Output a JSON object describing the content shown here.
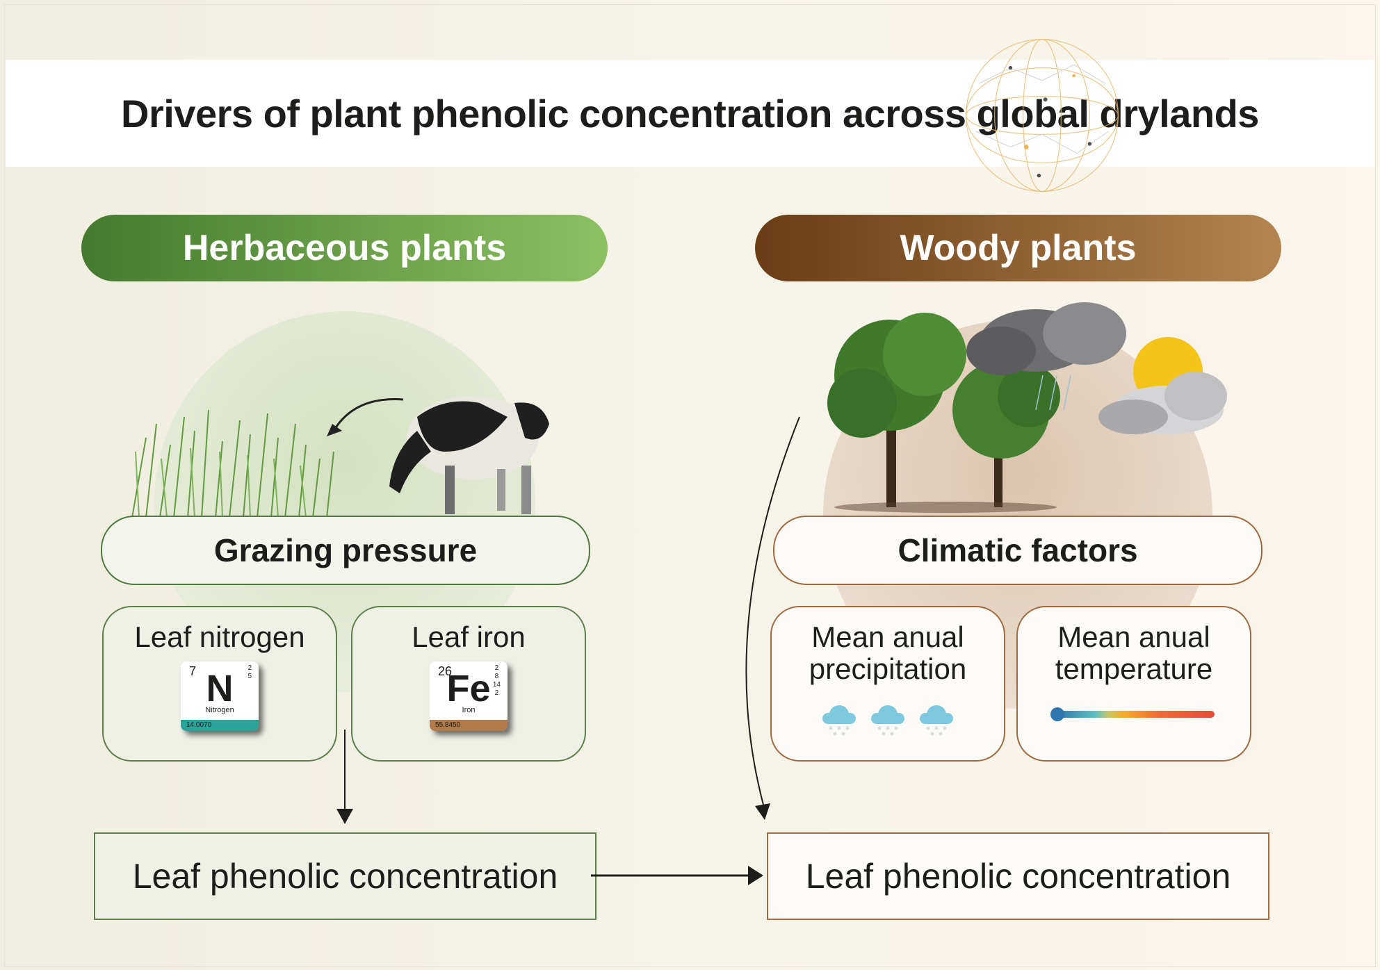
{
  "title": "Drivers of plant phenolic concentration across global drylands",
  "icons": {
    "globe": "globe-network-icon"
  },
  "herbaceous": {
    "header": "Herbaceous plants",
    "illustration": [
      "grass",
      "grazing-cow"
    ],
    "factor": "Grazing pressure",
    "cards": [
      {
        "label": "Leaf nitrogen",
        "element": {
          "number": "7",
          "shells": [
            "2",
            "5"
          ],
          "symbol": "N",
          "name": "Nitrogen",
          "mass": "14.0070",
          "color": "#2aa39a"
        }
      },
      {
        "label": "Leaf iron",
        "element": {
          "number": "26",
          "shells": [
            "2",
            "8",
            "14",
            "2"
          ],
          "symbol": "Fe",
          "name": "Iron",
          "mass": "55.8450",
          "color": "#b07a4a"
        }
      }
    ],
    "result": "Leaf phenolic concentration",
    "accent": "#457a2f"
  },
  "woody": {
    "header": "Woody plants",
    "illustration": [
      "trees",
      "rain-cloud",
      "sun-cloud"
    ],
    "factor": "Climatic factors",
    "cards": [
      {
        "label_line1": "Mean anual",
        "label_line2": "precipitation",
        "icon": "rain-cloud-icon"
      },
      {
        "label_line1": "Mean anual",
        "label_line2": "temperature",
        "icon": "thermometer-scale-icon"
      }
    ],
    "result": "Leaf phenolic concentration",
    "accent": "#6a3d16"
  }
}
